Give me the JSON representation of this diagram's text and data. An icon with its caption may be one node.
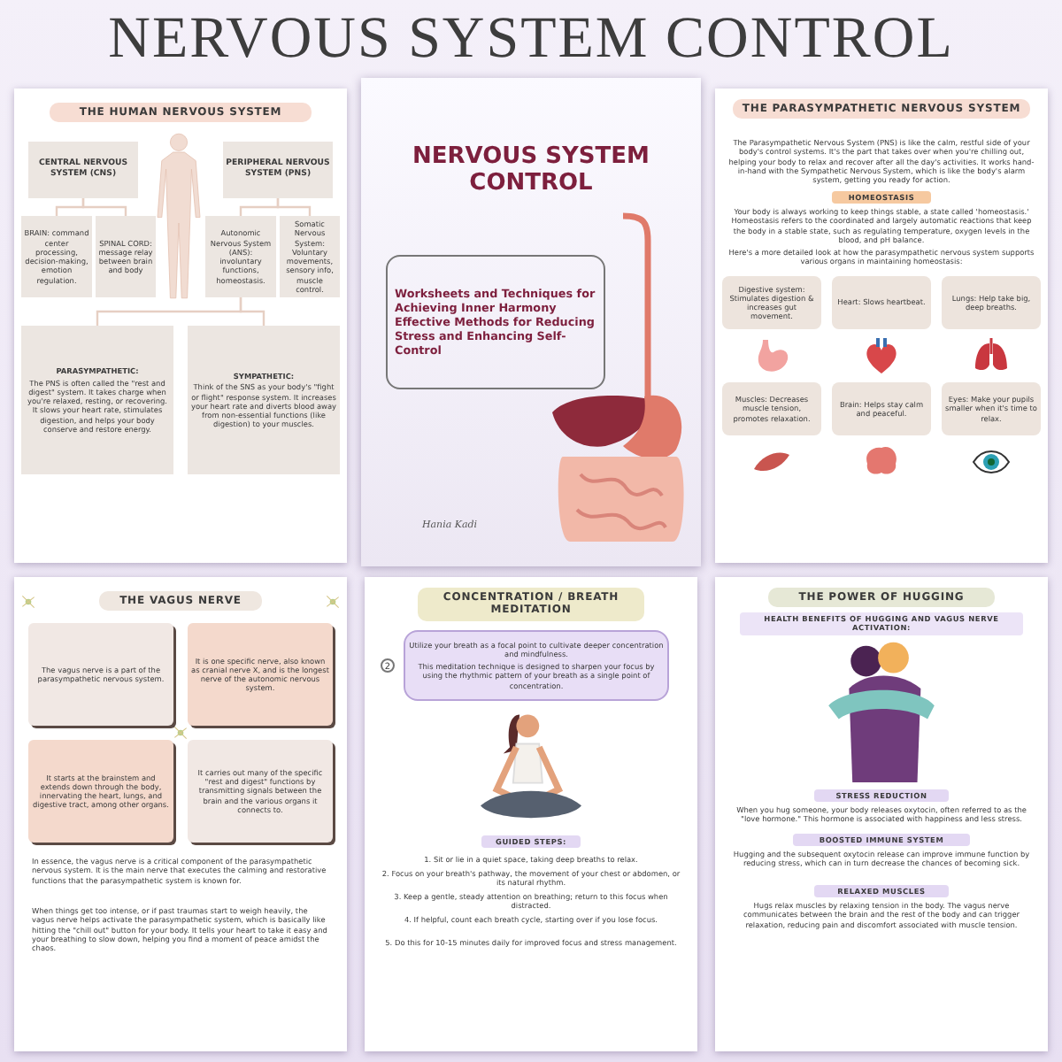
{
  "diagram": {
    "title": "NERVOUS SYSTEM CONTROL",
    "nodes": [
      {
        "text": [
          "THE HUMAN NERVOUS SYSTEM"
        ]
      },
      {
        "text": [
          "CENTRAL NERVOUS SYSTEM (CNS)"
        ],
        "in": 0
      },
      {
        "text": [
          "PERIPHERAL NERVOUS SYSTEM (PNS)"
        ],
        "in": 0
      },
      {
        "text": [
          "BRAIN: command center processing, decision-making, emotion regulation."
        ],
        "in": 0
      },
      {
        "text": [
          "SPINAL CORD: message relay between brain and body"
        ],
        "in": 0
      },
      {
        "text": [
          "Autonomic Nervous System (ANS): involuntary functions, homeostasis."
        ],
        "in": 0
      },
      {
        "text": [
          "Somatic Nervous System: Voluntary movements, sensory info, muscle control."
        ],
        "in": 0
      },
      {
        "text": [
          "PARASYMPATHETIC:",
          "The PNS is often called the \"rest and digest\" system. It takes charge when you're relaxed, resting, or recovering. It slows your heart rate, stimulates digestion, and helps your body conserve and restore energy."
        ],
        "in": 0
      },
      {
        "text": [
          "SYMPATHETIC:",
          "Think of the SNS as your body's \"fight or flight\" response system. It increases your heart rate and diverts blood away from non-essential functions (like digestion) to your muscles."
        ],
        "in": 0
      },
      {
        "text": [
          "NERVOUS SYSTEM CONTROL",
          "Hania Kadi"
        ]
      },
      {
        "text": [
          "Worksheets and Techniques for Achieving Inner Harmony Effective Methods for Reducing Stress and Enhancing Self-Control"
        ],
        "in": 9
      },
      {
        "text": [
          "THE PARASYMPATHETIC NERVOUS SYSTEM",
          "The Parasympathetic Nervous System (PNS) is like the calm, restful side of your body's control systems. It's the part that takes over when you're chilling out, helping your body to relax and recover after all the day's activities. It works hand-in-hand with the Sympathetic Nervous System, which is like the body's alarm system, getting you ready for action.",
          "HOMEOSTASIS",
          "Your body is always working to keep things stable, a state called 'homeostasis.' Homeostasis refers to the coordinated and largely automatic reactions that keep the body in a stable state, such as regulating temperature, oxygen levels in the blood, and pH balance.",
          "Here's a more detailed look at how the parasympathetic nervous system supports various organs in maintaining homeostasis:"
        ]
      },
      {
        "text": [
          "Digestive system: Stimulates digestion & increases gut movement."
        ],
        "in": 11
      },
      {
        "text": [
          "Heart: Slows heartbeat."
        ],
        "in": 11
      },
      {
        "text": [
          "Lungs: Help take big, deep breaths."
        ],
        "in": 11
      },
      {
        "text": [
          "Muscles: Decreases muscle tension, promotes relaxation."
        ],
        "in": 11
      },
      {
        "text": [
          "Brain: Helps stay calm and peaceful."
        ],
        "in": 11
      },
      {
        "text": [
          "Eyes: Make your pupils smaller when it's time to relax."
        ],
        "in": 11
      },
      {
        "text": [
          "THE VAGUS NERVE",
          "In essence, the vagus nerve is a critical component of the parasympathetic nervous system. It is the main nerve that executes the calming and restorative functions that the parasympathetic system is known for.",
          "When things get too intense, or if past traumas start to weigh heavily, the vagus nerve helps activate the parasympathetic system, which is basically like hitting the \"chill out\" button for your body. It tells your heart to take it easy and your breathing to slow down, helping you find a moment of peace amidst the chaos."
        ]
      },
      {
        "text": [
          "The vagus nerve is a part of the parasympathetic nervous system."
        ],
        "in": 18
      },
      {
        "text": [
          "It is one specific nerve, also known as cranial nerve X, and is the longest nerve of the autonomic nervous system."
        ],
        "in": 18
      },
      {
        "text": [
          "It starts at the brainstem and extends down through the body, innervating the heart, lungs, and digestive tract, among other organs."
        ],
        "in": 18
      },
      {
        "text": [
          "It carries out many of the specific \"rest and digest\" functions by transmitting signals between the brain and the various organs it connects to."
        ],
        "in": 18
      },
      {
        "text": [
          "CONCENTRATION / BREATH MEDITATION",
          "GUIDED STEPS:",
          "1. Sit or lie in a quiet space, taking deep breaths to relax.",
          "2. Focus on your breath's pathway, the movement of your chest or abdomen, or its natural rhythm.",
          "3. Keep a gentle, steady attention on breathing; return to this focus when distracted.",
          "4. If helpful, count each breath cycle, starting over if you lose focus.",
          "5. Do this for 10-15 minutes daily for improved focus and stress management."
        ]
      },
      {
        "text": [
          "Utilize your breath as a focal point to cultivate deeper concentration and mindfulness.",
          "This meditation technique is designed to sharpen your focus by using the rhythmic pattern of your breath as a single point of concentration."
        ],
        "in": 23,
        "beside": [
          "2"
        ]
      },
      {
        "text": [
          "THE POWER OF HUGGING",
          "HEALTH BENEFITS OF HUGGING AND VAGUS NERVE ACTIVATION:",
          "STRESS REDUCTION",
          "When you hug someone, your body releases oxytocin, often referred to as the \"love hormone.\" This hormone is associated with happiness and less stress.",
          "BOOSTED IMMUNE SYSTEM",
          "Hugging and the subsequent oxytocin release can improve immune function by reducing stress, which can in turn decrease the chances of becoming sick.",
          "RELAXED MUSCLES",
          "Hugs relax muscles by relaxing tension in the body. The vagus nerve communicates between the brain and the rest of the body and can trigger relaxation, reducing pain and discomfort associated with muscle tension."
        ]
      }
    ],
    "edges": [
      {
        "from": 1,
        "to": 3,
        "arrow": "none"
      },
      {
        "from": 1,
        "to": 4,
        "arrow": "none"
      },
      {
        "from": 2,
        "to": 5,
        "arrow": "none"
      },
      {
        "from": 2,
        "to": 6,
        "arrow": "none"
      },
      {
        "from": 5,
        "to": 7,
        "arrow": "none"
      },
      {
        "from": 5,
        "to": 8,
        "arrow": "none"
      }
    ]
  }
}
